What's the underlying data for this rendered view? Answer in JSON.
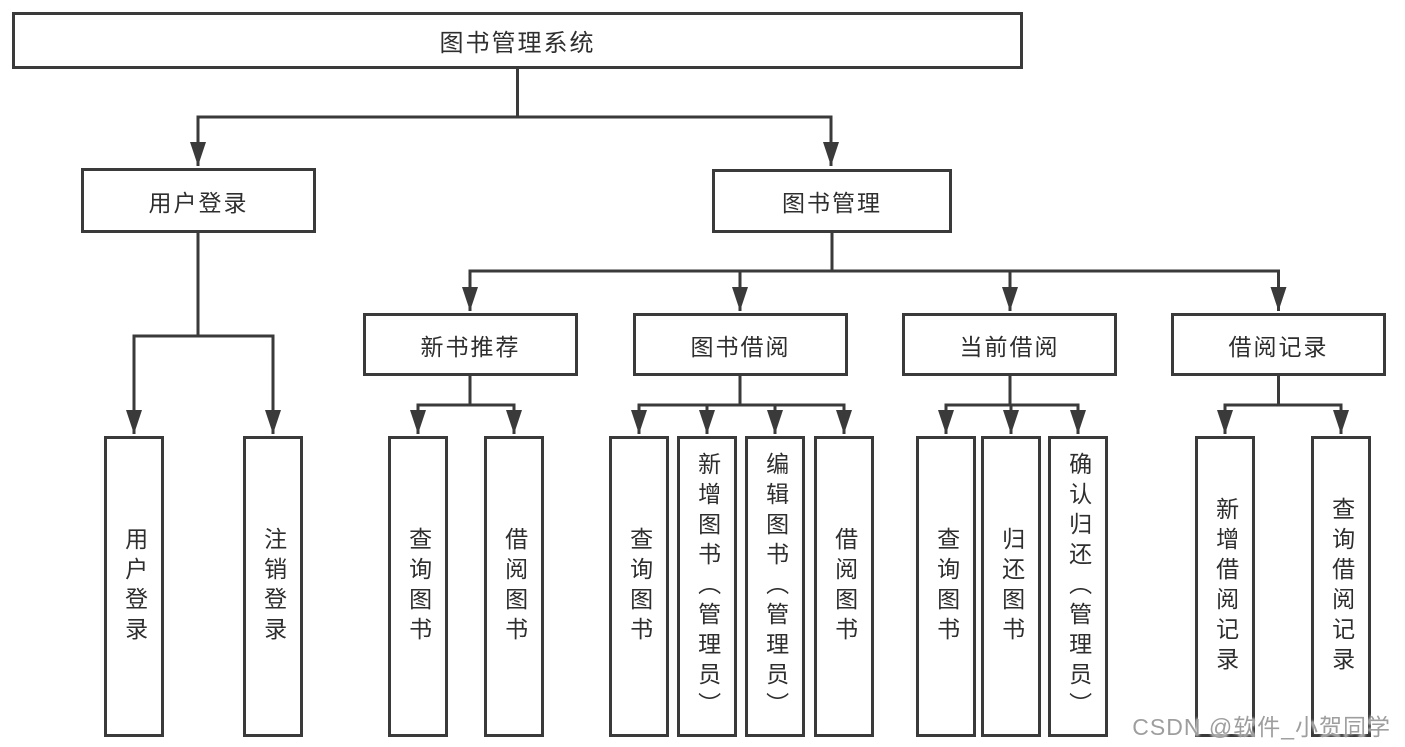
{
  "tree": {
    "label": "图书管理系统",
    "children": [
      {
        "label": "用户登录",
        "children": [
          {
            "label": "用户登录"
          },
          {
            "label": "注销登录"
          }
        ]
      },
      {
        "label": "图书管理",
        "children": [
          {
            "label": "新书推荐",
            "children": [
              {
                "label": "查询图书"
              },
              {
                "label": "借阅图书"
              }
            ]
          },
          {
            "label": "图书借阅",
            "children": [
              {
                "label": "查询图书"
              },
              {
                "label": "新增图书（管理员）"
              },
              {
                "label": "编辑图书（管理员）"
              },
              {
                "label": "借阅图书"
              }
            ]
          },
          {
            "label": "当前借阅",
            "children": [
              {
                "label": "查询图书"
              },
              {
                "label": "归还图书"
              },
              {
                "label": "确认归还（管理员）"
              }
            ]
          },
          {
            "label": "借阅记录",
            "children": [
              {
                "label": "新增借阅记录"
              },
              {
                "label": "查询借阅记录"
              }
            ]
          }
        ]
      }
    ]
  },
  "watermark": {
    "text": "CSDN @软件_小贺同学"
  },
  "colors": {
    "line": "#3a3a3a",
    "box_border": "#3a3a3a",
    "text": "#2e2e2e",
    "watermark": "#9e9e9e",
    "background": "#ffffff"
  }
}
